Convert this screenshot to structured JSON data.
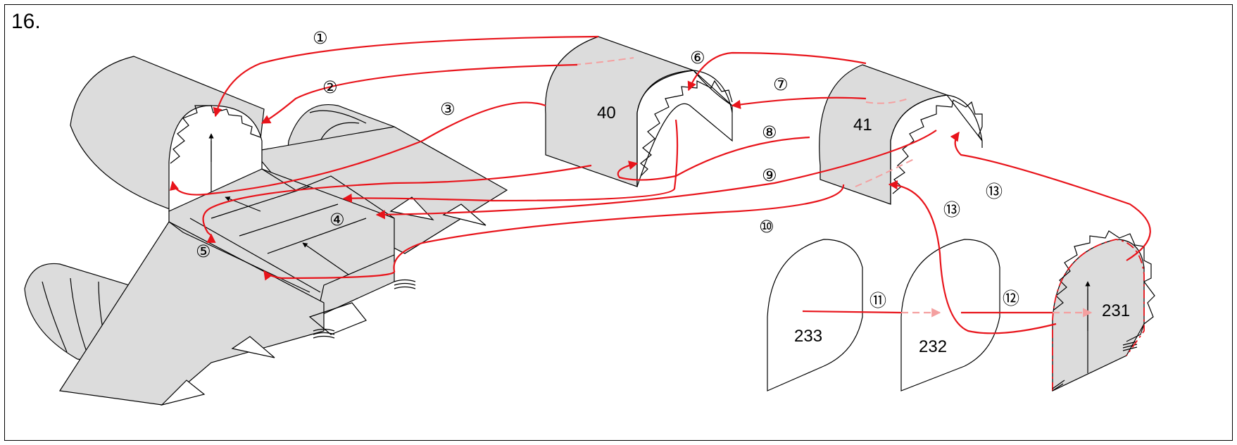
{
  "step_number": "16.",
  "colors": {
    "routing": "#e8141b",
    "routing_hidden": "#f4a0a0",
    "panel_fill": "#dcdcdc"
  },
  "parts": {
    "part_40": "40",
    "part_41": "41",
    "part_231": "231",
    "part_232": "232",
    "part_233": "233"
  },
  "steps": {
    "s1": "①",
    "s2": "②",
    "s3": "③",
    "s4": "④",
    "s5": "⑤",
    "s6": "⑥",
    "s7": "⑦",
    "s8": "⑧",
    "s9": "⑨",
    "s10": "⑩",
    "s11": "⑪",
    "s12": "⑫",
    "s13a": "⑬",
    "s13b": "⑬"
  }
}
